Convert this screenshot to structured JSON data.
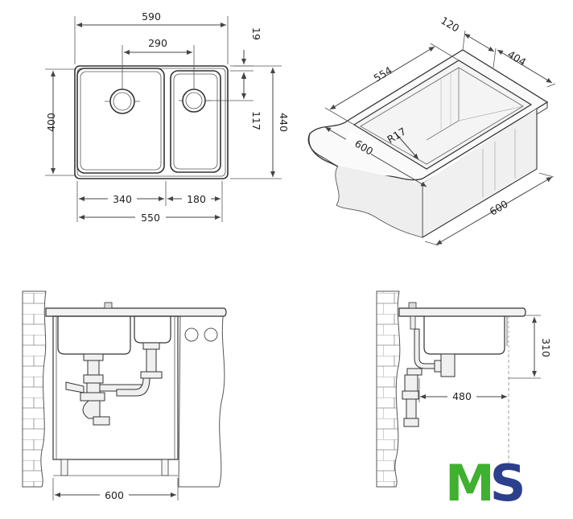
{
  "top_view": {
    "dims": {
      "outer_width": "590",
      "bowl_offset": "290",
      "flange": "19",
      "height": "400",
      "small_bowl": "117",
      "total_height": "440",
      "large_width": "340",
      "small_width": "180",
      "inner_width": "550"
    }
  },
  "iso_view": {
    "dims": {
      "depth_top": "120",
      "length": "554",
      "width": "404",
      "radius": "R17",
      "cabinet_front": "600",
      "cabinet_side": "600"
    }
  },
  "front_view": {
    "dims": {
      "cabinet_width": "600"
    }
  },
  "side_view": {
    "dims": {
      "depth": "310",
      "drain_offset": "480"
    }
  },
  "logo": {
    "text": "MS",
    "colors": {
      "m": "#3fb02f",
      "s": "#2c3f8c"
    }
  }
}
